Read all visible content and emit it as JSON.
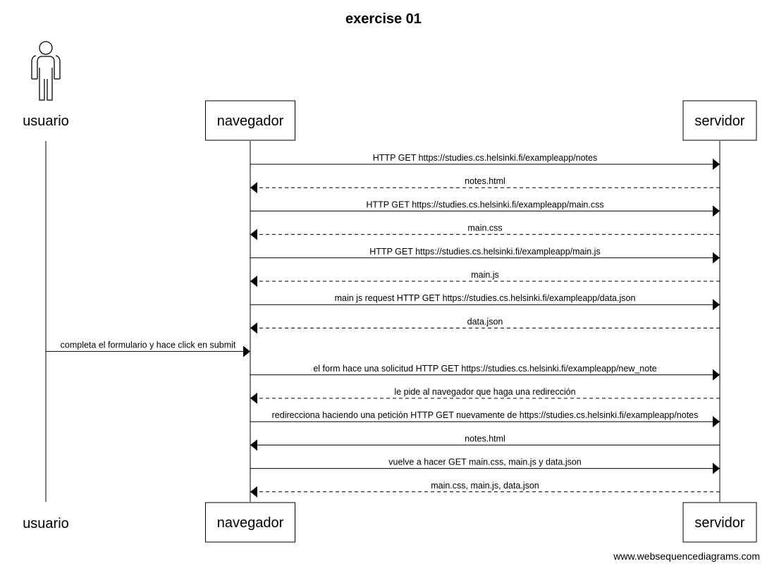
{
  "title": "exercise 01",
  "participants": [
    {
      "id": "usuario",
      "label": "usuario",
      "kind": "actor"
    },
    {
      "id": "navegador",
      "label": "navegador",
      "kind": "box"
    },
    {
      "id": "servidor",
      "label": "servidor",
      "kind": "box"
    }
  ],
  "messages": [
    {
      "from": "navegador",
      "to": "servidor",
      "label": "HTTP GET https://studies.cs.helsinki.fi/exampleapp/notes",
      "style": "solid"
    },
    {
      "from": "servidor",
      "to": "navegador",
      "label": "notes.html",
      "style": "dashed"
    },
    {
      "from": "navegador",
      "to": "servidor",
      "label": "HTTP GET https://studies.cs.helsinki.fi/exampleapp/main.css",
      "style": "solid"
    },
    {
      "from": "servidor",
      "to": "navegador",
      "label": "main.css",
      "style": "dashed"
    },
    {
      "from": "navegador",
      "to": "servidor",
      "label": "HTTP GET https://studies.cs.helsinki.fi/exampleapp/main.js",
      "style": "solid"
    },
    {
      "from": "servidor",
      "to": "navegador",
      "label": "main.js",
      "style": "dashed"
    },
    {
      "from": "navegador",
      "to": "servidor",
      "label": "main js request HTTP GET https://studies.cs.helsinki.fi/exampleapp/data.json",
      "style": "solid"
    },
    {
      "from": "servidor",
      "to": "navegador",
      "label": "data.json",
      "style": "dashed"
    },
    {
      "from": "usuario",
      "to": "navegador",
      "label": "completa el formulario y hace click en submit",
      "style": "solid"
    },
    {
      "from": "navegador",
      "to": "servidor",
      "label": "el form hace una solicitud HTTP GET https://studies.cs.helsinki.fi/exampleapp/new_note",
      "style": "solid"
    },
    {
      "from": "servidor",
      "to": "navegador",
      "label": "le pide al navegador que haga una redirección",
      "style": "dashed"
    },
    {
      "from": "navegador",
      "to": "servidor",
      "label": "redirecciona haciendo una petición HTTP GET nuevamente de https://studies.cs.helsinki.fi/exampleapp/notes",
      "style": "solid"
    },
    {
      "from": "servidor",
      "to": "navegador",
      "label": "notes.html",
      "style": "solid"
    },
    {
      "from": "navegador",
      "to": "servidor",
      "label": "vuelve a hacer GET main.css, main.js y data.json",
      "style": "solid"
    },
    {
      "from": "servidor",
      "to": "navegador",
      "label": "main.css, main.js, data.json",
      "style": "dashed"
    }
  ],
  "watermark": "www.websequencediagrams.com"
}
